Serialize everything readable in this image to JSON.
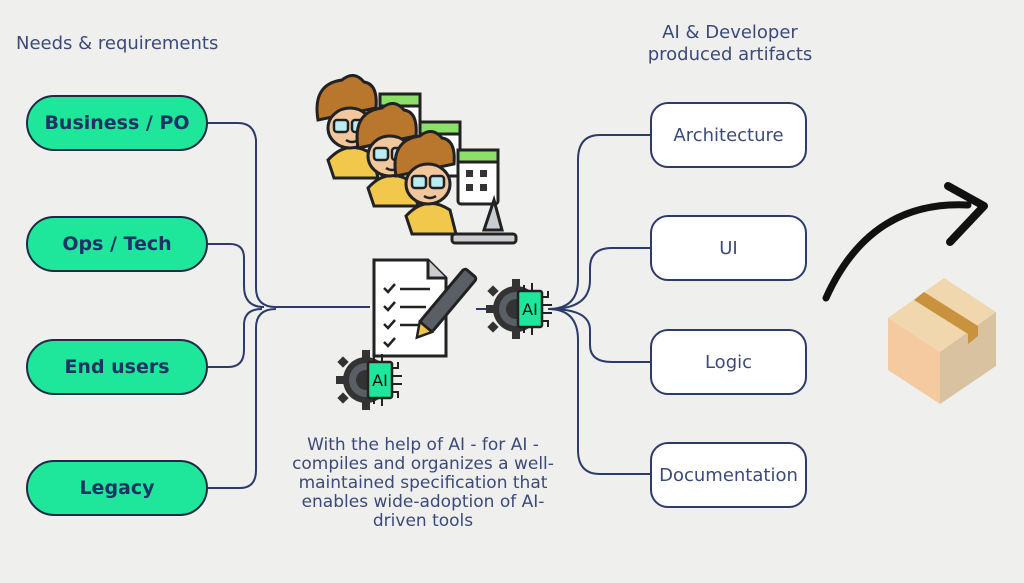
{
  "headers": {
    "left": "Needs & requirements",
    "right_line1": "AI & Developer",
    "right_line2": "produced artifacts"
  },
  "inputs": [
    "Business / PO",
    "Ops / Tech",
    "End users",
    "Legacy"
  ],
  "outputs": [
    "Architecture",
    "UI",
    "Logic",
    "Documentation"
  ],
  "caption": "With the help of AI - for AI - compiles and organizes a well-maintained specification that enables wide-adoption of AI-driven tools",
  "chip_label": "AI",
  "icons": {
    "developers": "developer-team-icon",
    "specification": "checklist-document-icon",
    "ai_chip": "ai-chip-gear-icon",
    "arrow": "curved-arrow-icon",
    "package": "package-box-icon"
  },
  "colors": {
    "pill_fill": "#1ee69a",
    "line": "#2d3b6b",
    "text": "#3b4a7a"
  }
}
